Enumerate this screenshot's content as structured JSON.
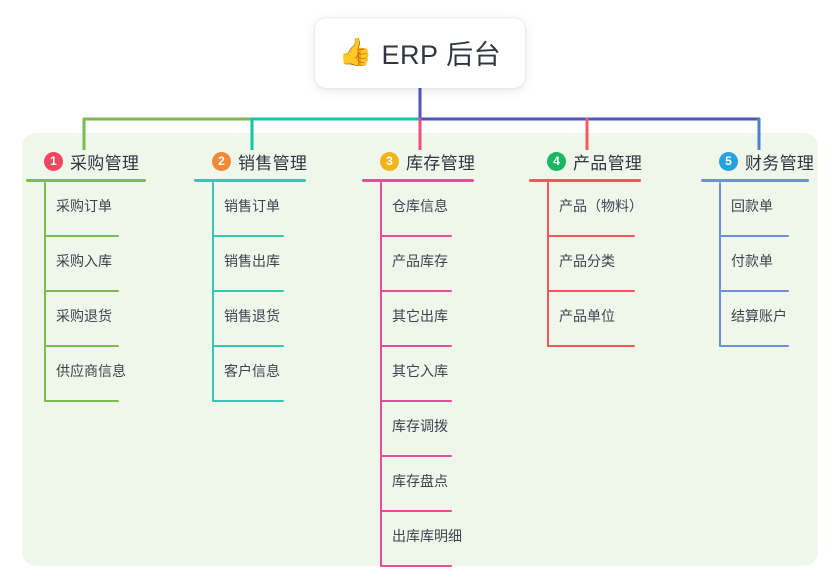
{
  "root": {
    "icon": "thumbs-up-icon",
    "emoji": "👍",
    "title": "ERP 后台"
  },
  "palette": {
    "panel_bg": "#eff7ea",
    "page_bg": "#ffffff",
    "text": "#2f3542",
    "leaf_text": "#3d4450",
    "bus_green": "#7cbb4e",
    "bus_teal": "#16c5a8",
    "bus_indigo": "#4b56c0",
    "drop_green": "#7cbb4e",
    "drop_teal": "#16c5a8",
    "drop_pink": "#ef4e84",
    "drop_red": "#f25c5c",
    "drop_blue": "#4b7fd6"
  },
  "columns": [
    {
      "index": "1",
      "title": "采购管理",
      "badge_color": "#f5455f",
      "line_color": "#7cbb4e",
      "items": [
        "采购订单",
        "采购入库",
        "采购退货",
        "供应商信息"
      ]
    },
    {
      "index": "2",
      "title": "销售管理",
      "badge_color": "#f08a37",
      "line_color": "#34c7b8",
      "items": [
        "销售订单",
        "销售出库",
        "销售退货",
        "客户信息"
      ]
    },
    {
      "index": "3",
      "title": "库存管理",
      "badge_color": "#f2b41b",
      "line_color": "#ea4c9a",
      "items": [
        "仓库信息",
        "产品库存",
        "其它出库",
        "其它入库",
        "库存调拨",
        "库存盘点",
        "出库库明细"
      ]
    },
    {
      "index": "4",
      "title": "产品管理",
      "badge_color": "#1bb863",
      "line_color": "#f3575c",
      "items": [
        "产品（物料）",
        "产品分类",
        "产品单位"
      ]
    },
    {
      "index": "5",
      "title": "财务管理",
      "badge_color": "#27a2e0",
      "line_color": "#6f8fd8",
      "items": [
        "回款单",
        "付款单",
        "结算账户"
      ]
    }
  ]
}
